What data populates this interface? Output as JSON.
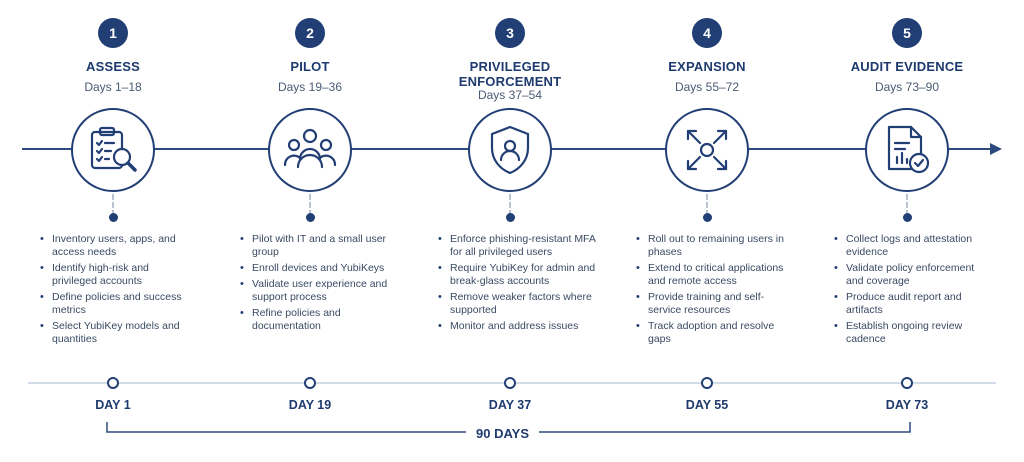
{
  "phases": [
    {
      "number": "1",
      "title_lines": [
        "ASSESS"
      ],
      "days": "Days 1–18",
      "bullets": [
        "Inventory users, apps, and access needs",
        "Identify high-risk and privileged accounts",
        "Define policies and success metrics",
        "Select YubiKey models and quantities"
      ],
      "icon": "clipboard-magnifier-icon",
      "milestone": "DAY 1"
    },
    {
      "number": "2",
      "title_lines": [
        "PILOT"
      ],
      "days": "Days 19–36",
      "bullets": [
        "Pilot with IT and a small user group",
        "Enroll devices and YubiKeys",
        "Validate user experience and support process",
        "Refine policies and documentation"
      ],
      "icon": "user-group-icon",
      "milestone": "DAY 19"
    },
    {
      "number": "3",
      "title_lines": [
        "PRIVILEGED",
        "ENFORCEMENT"
      ],
      "days": "Days 37–54",
      "bullets": [
        "Enforce phishing-resistant MFA for all privileged users",
        "Require YubiKey for admin and break-glass accounts",
        "Remove weaker factors where supported",
        "Monitor and address issues"
      ],
      "icon": "shield-user-icon",
      "milestone": "DAY 37"
    },
    {
      "number": "4",
      "title_lines": [
        "EXPANSION"
      ],
      "days": "Days 55–72",
      "bullets": [
        "Roll out to remaining users in phases",
        "Extend to critical applications and remote access",
        "Provide training and self-service resources",
        "Track adoption and resolve gaps"
      ],
      "icon": "expand-arrows-icon",
      "milestone": "DAY 55"
    },
    {
      "number": "5",
      "title_lines": [
        "AUDIT EVIDENCE"
      ],
      "days": "Days 73–90",
      "bullets": [
        "Collect logs and attestation evidence",
        "Validate policy enforcement and coverage",
        "Produce audit report and artifacts",
        "Establish ongoing review cadence"
      ],
      "icon": "audit-report-icon",
      "milestone": "DAY 73"
    }
  ],
  "total_span": "90 DAYS",
  "colors": {
    "primary": "#213f74",
    "line": "#2d4a7e",
    "muted": "#b8c2d2"
  }
}
